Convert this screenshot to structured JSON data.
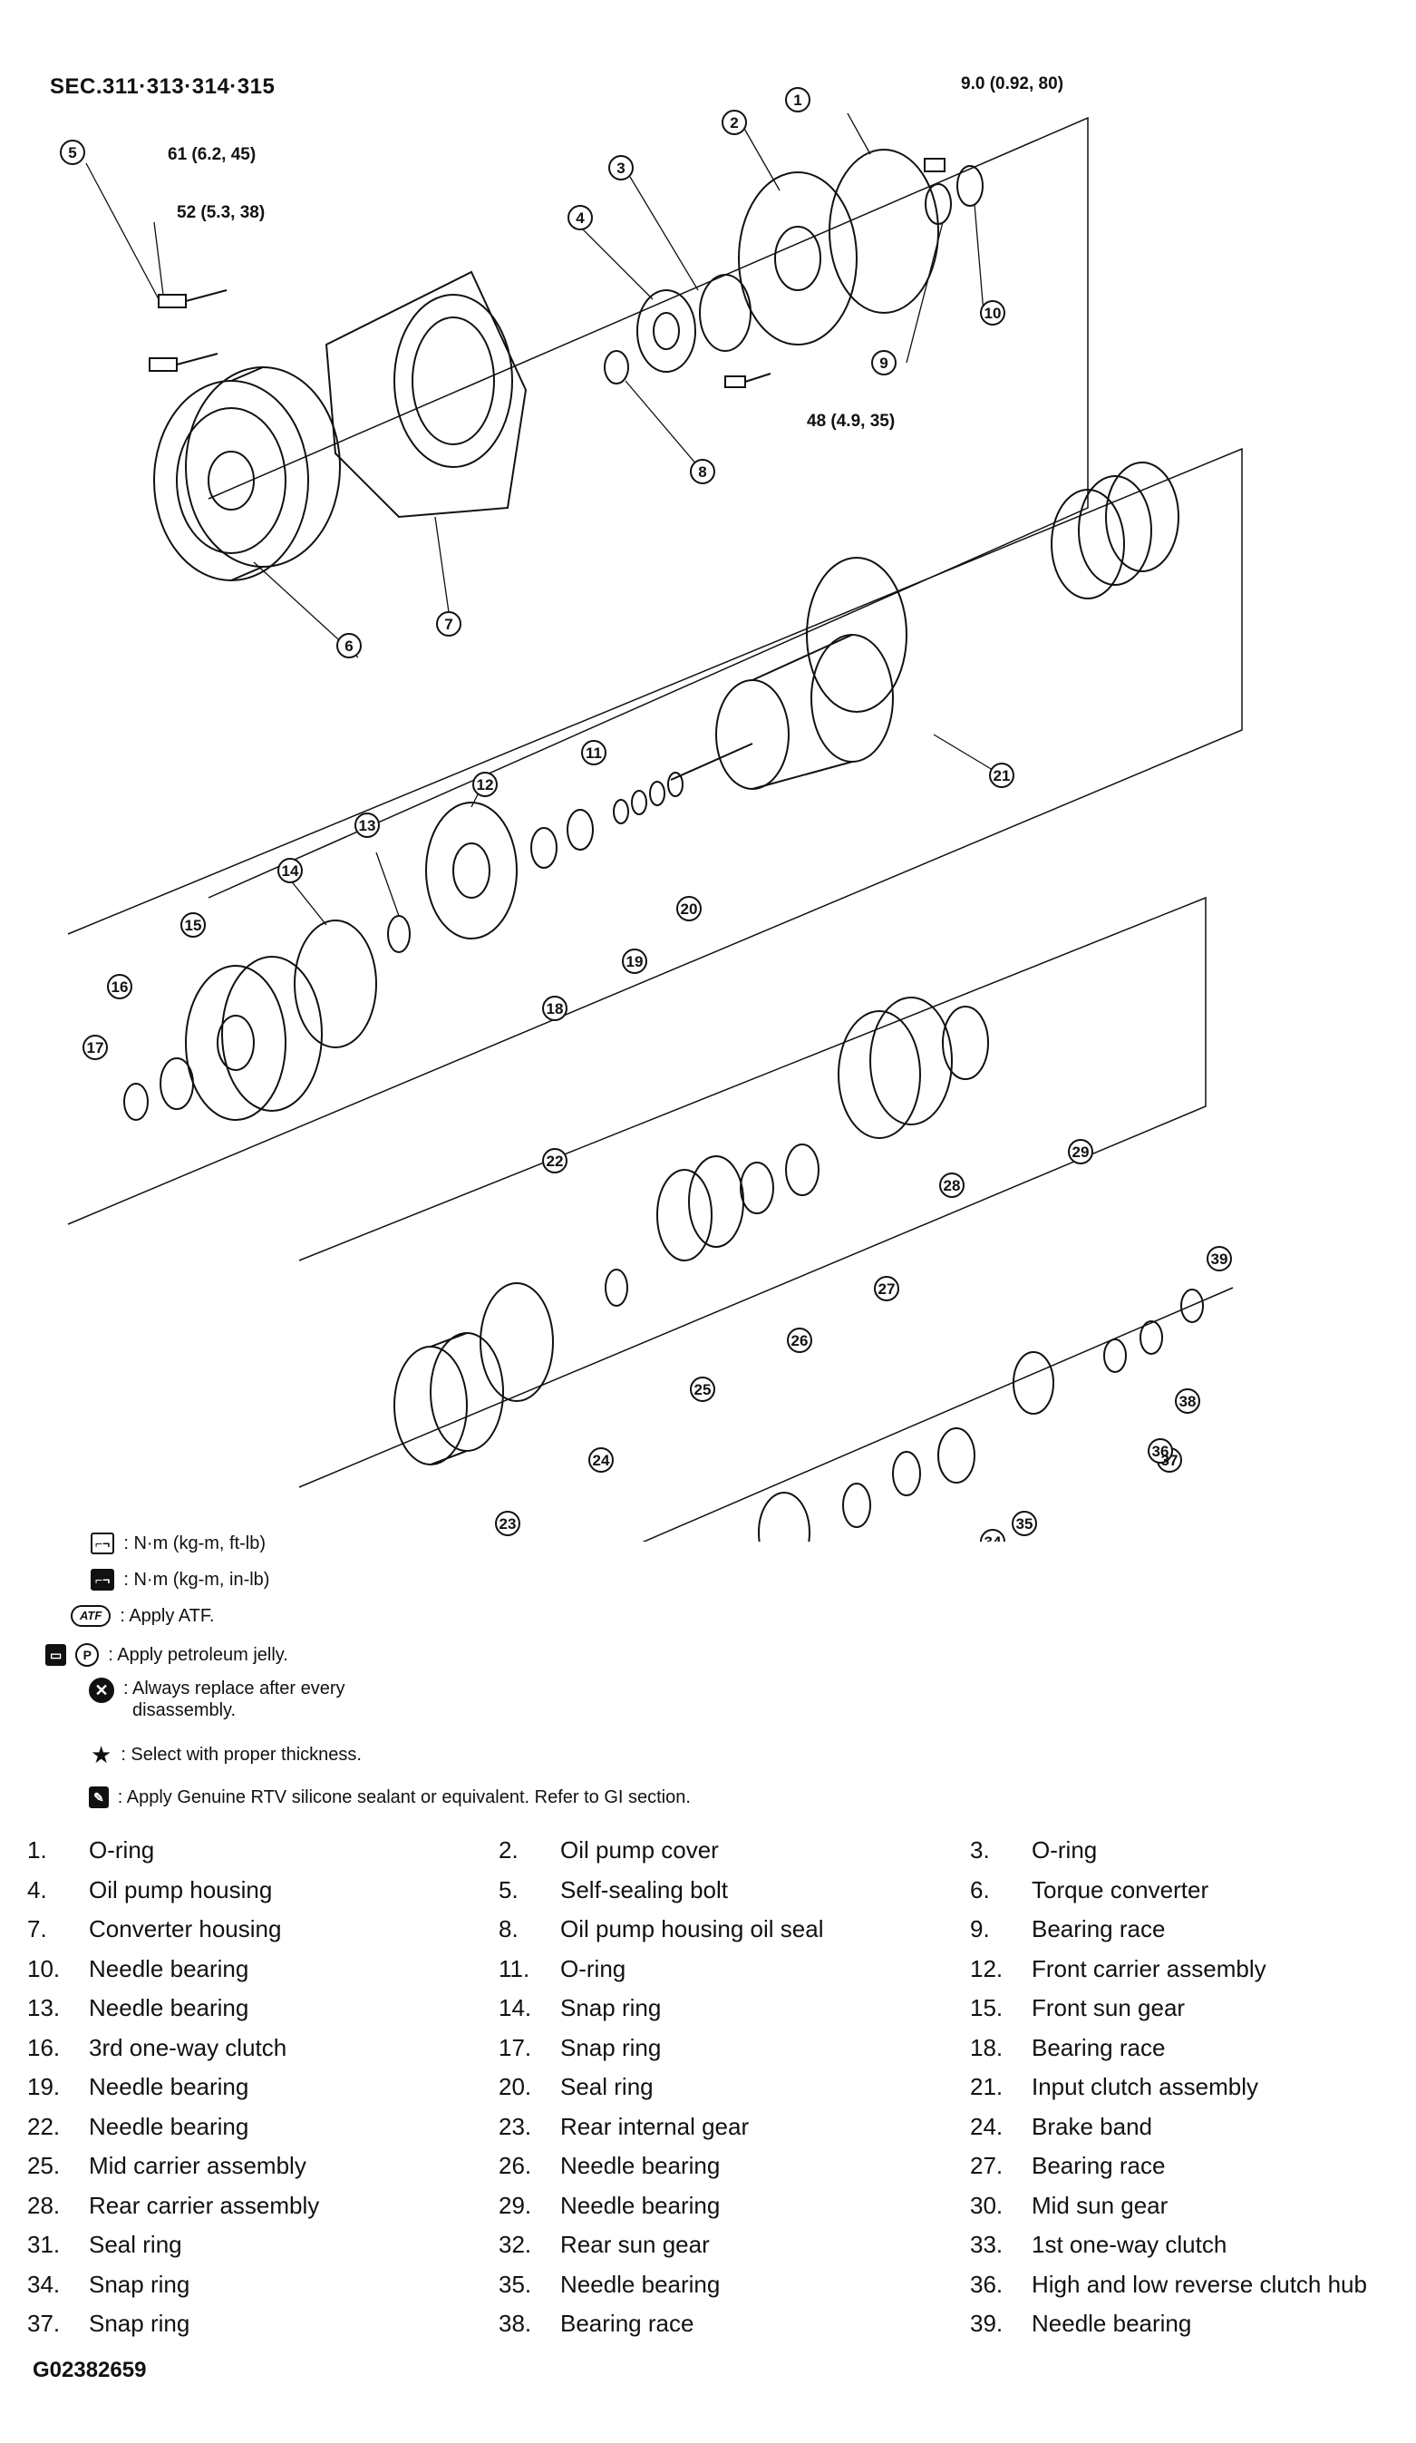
{
  "section_label": "SEC.311·313·314·315",
  "torque_specs": {
    "pump_bolts": "9.0 (0.92, 80)",
    "self_sealing_bolt": "61 (6.2, 45)",
    "housing_bolt": "52 (5.3, 38)",
    "pump_housing_bolt": "48 (4.9, 35)"
  },
  "icon_labels": {
    "atf": "ATF",
    "petroleum": "P"
  },
  "legend": {
    "torque_nm_ftlb": ": N·m  (kg-m,  ft-lb)",
    "torque_nm_inlb": ": N·m  (kg-m,  in-lb)",
    "apply_atf": ": Apply ATF.",
    "apply_petroleum": ": Apply petroleum jelly.",
    "always_replace_1": ": Always replace after every",
    "always_replace_2": "disassembly.",
    "select_thickness": ": Select with proper thickness.",
    "apply_rtv": ": Apply Genuine RTV silicone sealant or equivalent. Refer to GI section."
  },
  "parts": [
    {
      "num": "1.",
      "name": "O-ring"
    },
    {
      "num": "2.",
      "name": "Oil pump cover"
    },
    {
      "num": "3.",
      "name": "O-ring"
    },
    {
      "num": "4.",
      "name": "Oil pump housing"
    },
    {
      "num": "5.",
      "name": "Self-sealing bolt"
    },
    {
      "num": "6.",
      "name": "Torque converter"
    },
    {
      "num": "7.",
      "name": "Converter housing"
    },
    {
      "num": "8.",
      "name": "Oil pump housing oil seal"
    },
    {
      "num": "9.",
      "name": "Bearing race"
    },
    {
      "num": "10.",
      "name": "Needle bearing"
    },
    {
      "num": "11.",
      "name": "O-ring"
    },
    {
      "num": "12.",
      "name": "Front carrier assembly"
    },
    {
      "num": "13.",
      "name": "Needle bearing"
    },
    {
      "num": "14.",
      "name": "Snap ring"
    },
    {
      "num": "15.",
      "name": "Front sun gear"
    },
    {
      "num": "16.",
      "name": "3rd one-way clutch"
    },
    {
      "num": "17.",
      "name": "Snap ring"
    },
    {
      "num": "18.",
      "name": "Bearing race"
    },
    {
      "num": "19.",
      "name": "Needle bearing"
    },
    {
      "num": "20.",
      "name": "Seal ring"
    },
    {
      "num": "21.",
      "name": "Input clutch assembly"
    },
    {
      "num": "22.",
      "name": "Needle bearing"
    },
    {
      "num": "23.",
      "name": "Rear internal gear"
    },
    {
      "num": "24.",
      "name": "Brake band"
    },
    {
      "num": "25.",
      "name": "Mid carrier assembly"
    },
    {
      "num": "26.",
      "name": "Needle bearing"
    },
    {
      "num": "27.",
      "name": "Bearing race"
    },
    {
      "num": "28.",
      "name": "Rear carrier assembly"
    },
    {
      "num": "29.",
      "name": "Needle bearing"
    },
    {
      "num": "30.",
      "name": "Mid sun gear"
    },
    {
      "num": "31.",
      "name": "Seal ring"
    },
    {
      "num": "32.",
      "name": "Rear sun gear"
    },
    {
      "num": "33.",
      "name": "1st one-way clutch"
    },
    {
      "num": "34.",
      "name": "Snap ring"
    },
    {
      "num": "35.",
      "name": "Needle bearing"
    },
    {
      "num": "36.",
      "name": "High and low reverse clutch hub"
    },
    {
      "num": "37.",
      "name": "Snap ring"
    },
    {
      "num": "38.",
      "name": "Bearing race"
    },
    {
      "num": "39.",
      "name": "Needle bearing"
    }
  ],
  "figure_code": "G02382659"
}
